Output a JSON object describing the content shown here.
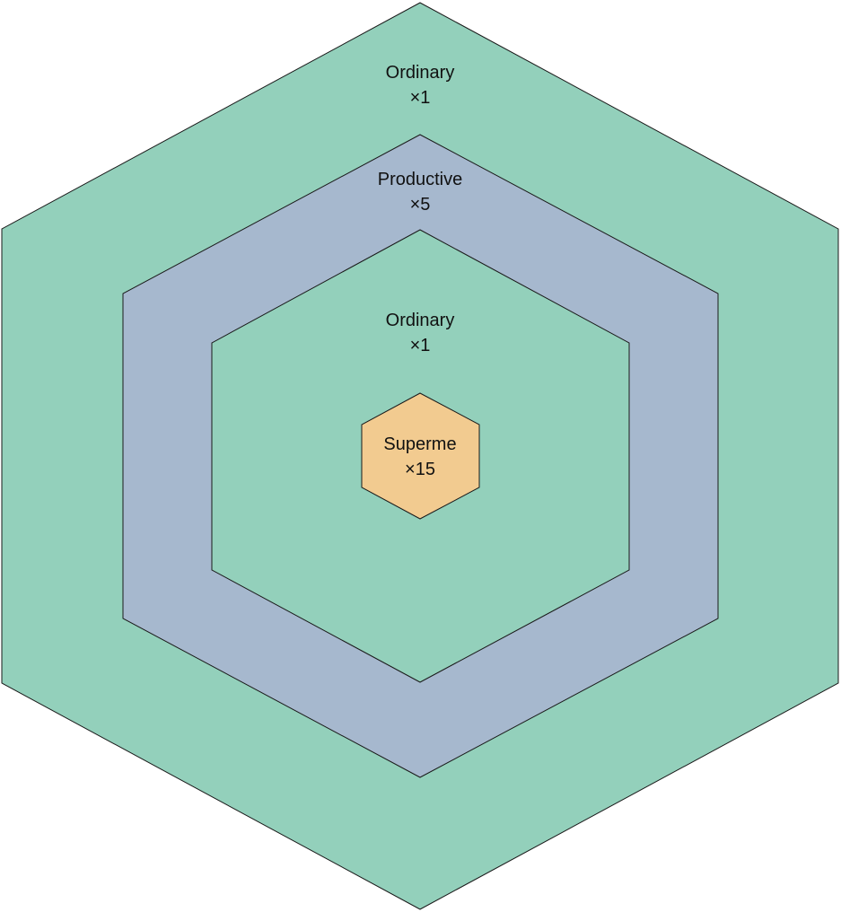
{
  "zones": [
    {
      "id": "outer",
      "name": "Ordinary",
      "multiplier": "×1",
      "color": "#93D0BB"
    },
    {
      "id": "productive",
      "name": "Productive",
      "multiplier": "×5",
      "color": "#A6B8CE"
    },
    {
      "id": "inner",
      "name": "Ordinary",
      "multiplier": "×1",
      "color": "#93D0BB"
    },
    {
      "id": "core",
      "name": "Superme",
      "multiplier": "×15",
      "color": "#F2CB90"
    }
  ],
  "border_color": "#1a1a1a"
}
